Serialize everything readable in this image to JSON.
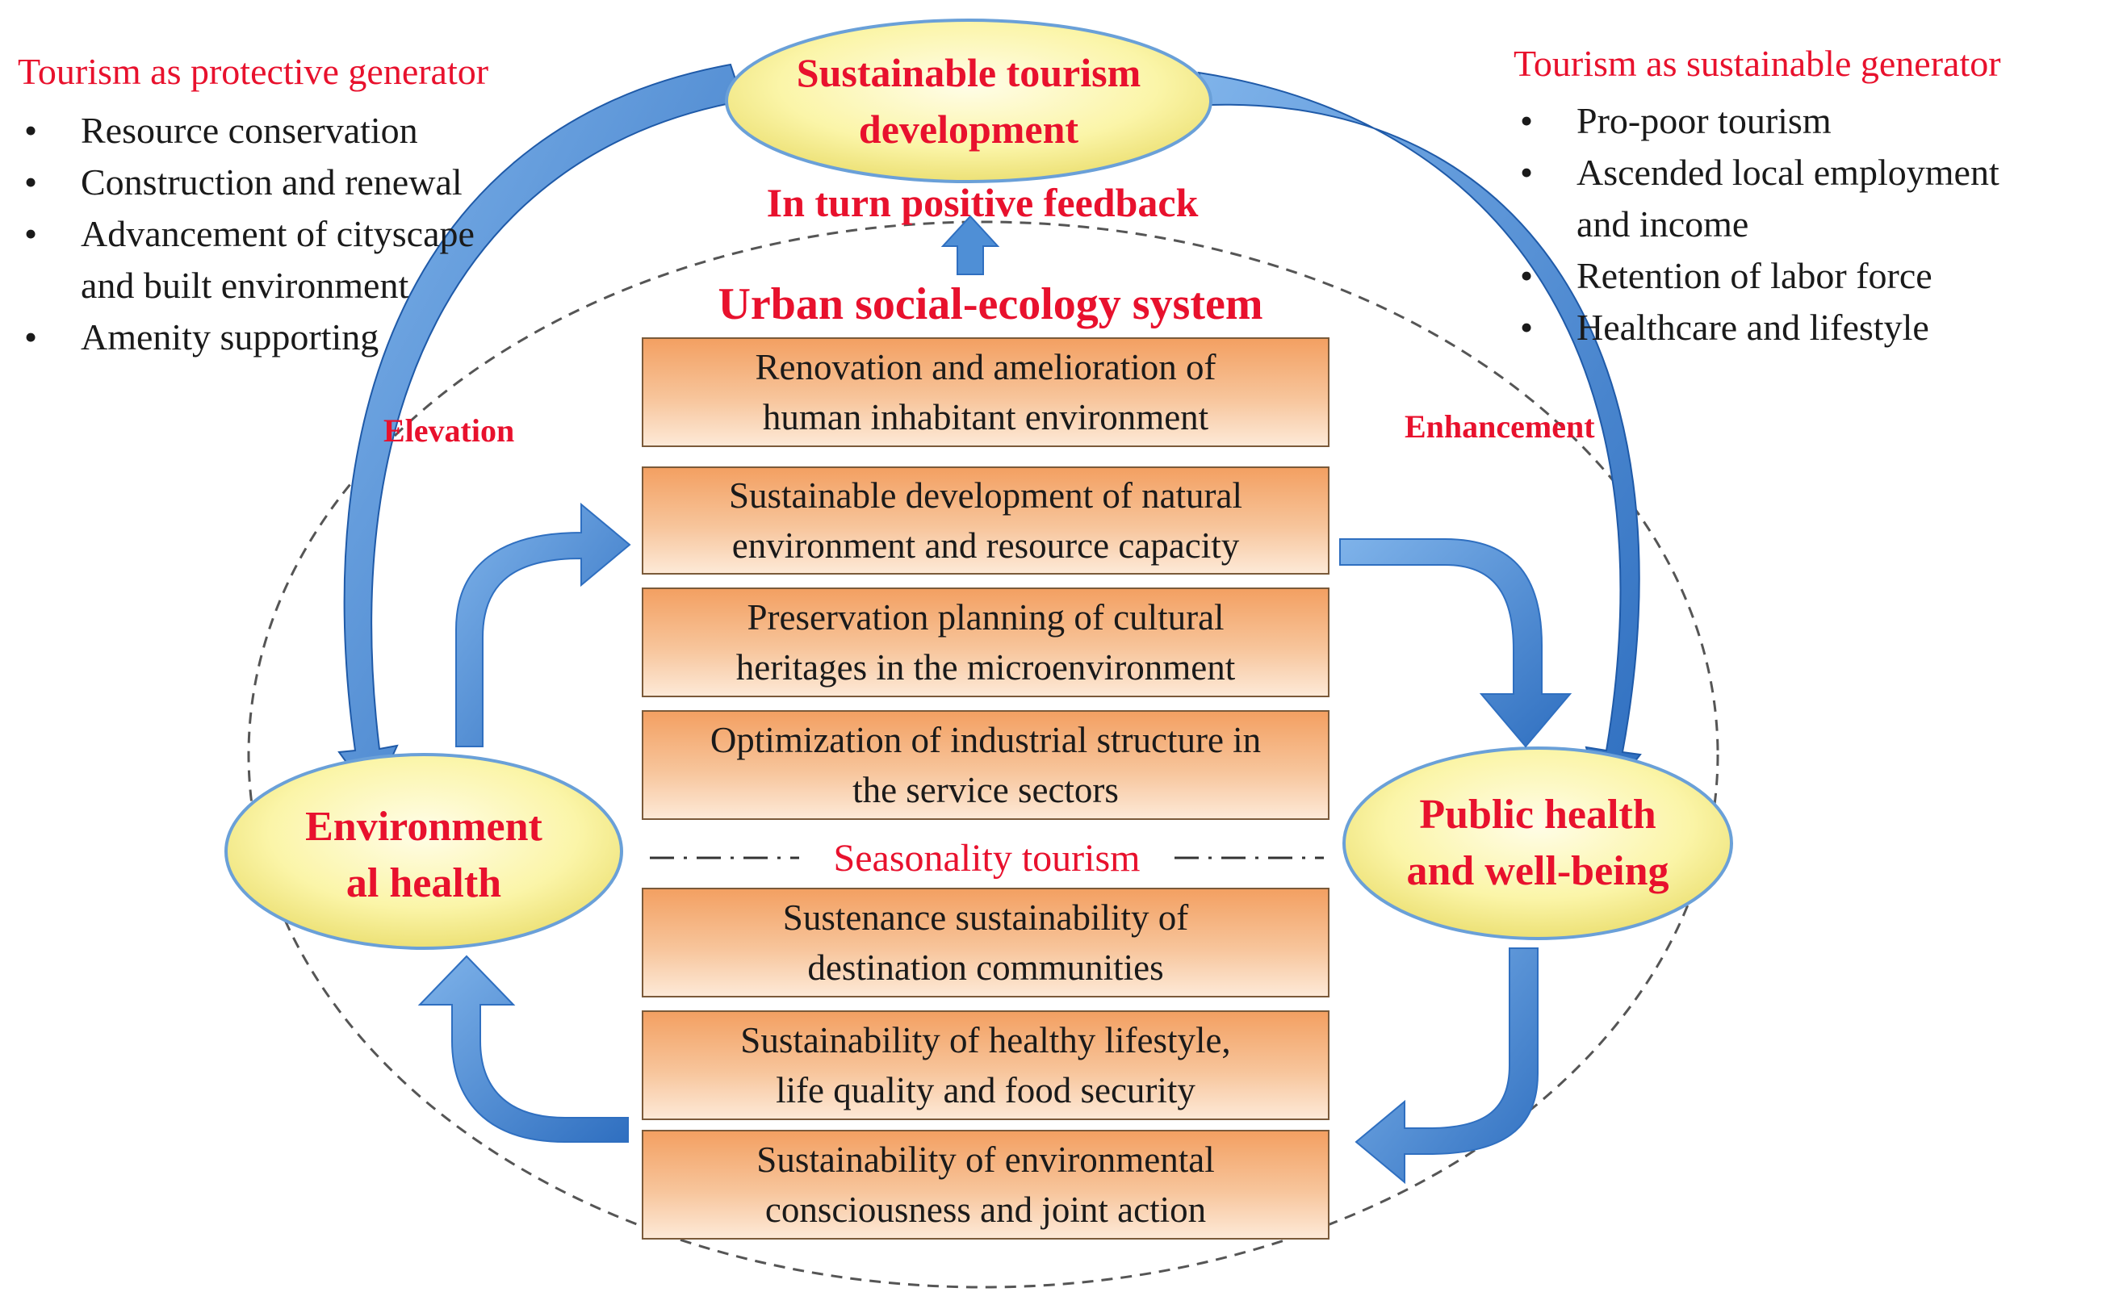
{
  "left_panel": {
    "title": "Tourism as protective generator",
    "items": [
      "Resource conservation",
      "Construction and renewal",
      "Advancement of cityscape and built environment",
      "Amenity supporting"
    ]
  },
  "right_panel": {
    "title": "Tourism as sustainable generator",
    "items": [
      "Pro-poor tourism",
      "Ascended local employment and income",
      "Retention of labor force",
      "Healthcare and lifestyle"
    ]
  },
  "top_node": {
    "line1": "Sustainable tourism",
    "line2": "development"
  },
  "feedback_label": "In turn positive feedback",
  "system_title": "Urban social-ecology system",
  "left_node": {
    "line1": "Environment",
    "line2": "al health"
  },
  "right_node": {
    "line1": "Public health",
    "line2": "and well-being"
  },
  "arc_labels": {
    "left": "Elevation",
    "right": "Enhancement"
  },
  "seasonality_label": "Seasonality tourism",
  "boxes_upper": [
    {
      "line1": "Renovation and amelioration of",
      "line2": "human inhabitant environment"
    },
    {
      "line1": "Sustainable development of natural",
      "line2": "environment and resource capacity"
    },
    {
      "line1": "Preservation planning of cultural",
      "line2": "heritages in the microenvironment"
    },
    {
      "line1": "Optimization of industrial structure in",
      "line2": "the service sectors"
    }
  ],
  "boxes_lower": [
    {
      "line1": "Sustenance sustainability of",
      "line2": "destination communities"
    },
    {
      "line1": "Sustainability of healthy lifestyle,",
      "line2": "life quality and food security"
    },
    {
      "line1": "Sustainability of  environmental",
      "line2": "consciousness and joint action"
    }
  ],
  "colors": {
    "accent_red": "#e8112d",
    "ellipse_fill": "#fbf5a8",
    "arrow_blue": "#4f8fd6",
    "box_orange": "#f3a062"
  }
}
